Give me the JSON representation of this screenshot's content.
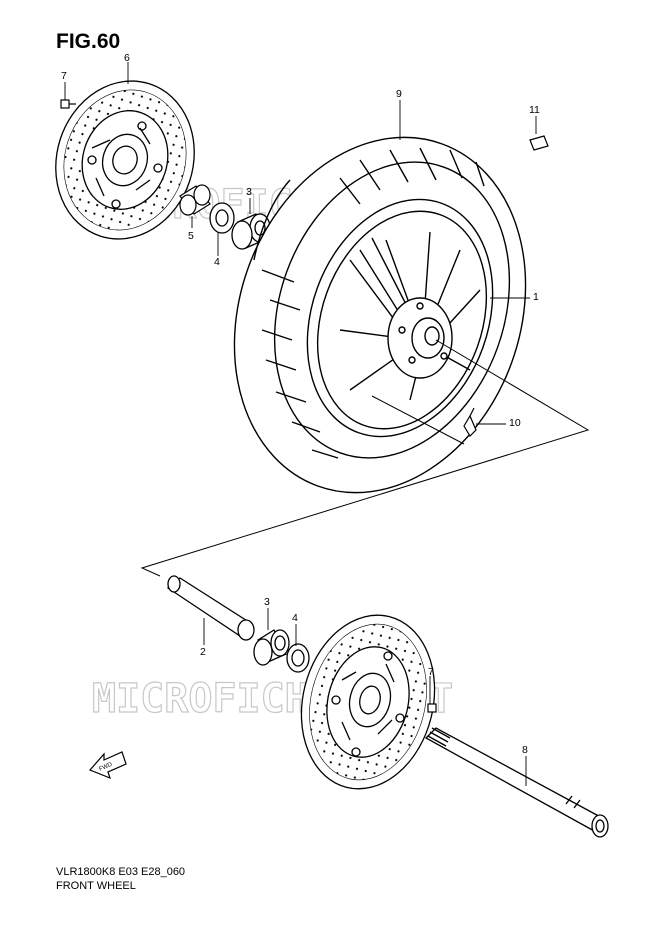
{
  "figure": {
    "title": "FIG.60"
  },
  "footer": {
    "model_code": "VLR1800K8 E03 E28_060",
    "assembly_name": "FRONT WHEEL"
  },
  "watermark": {
    "upper": "MICROFICHES.NET",
    "lower": "MICROFICHES.NET"
  },
  "fwd_label": "FWD",
  "callouts": [
    {
      "id": "c-7-top",
      "text": "7"
    },
    {
      "id": "c-6",
      "text": "6"
    },
    {
      "id": "c-9",
      "text": "9"
    },
    {
      "id": "c-11",
      "text": "11"
    },
    {
      "id": "c-3-top",
      "text": "3"
    },
    {
      "id": "c-5",
      "text": "5"
    },
    {
      "id": "c-4-top",
      "text": "4"
    },
    {
      "id": "c-1",
      "text": "1"
    },
    {
      "id": "c-10",
      "text": "10"
    },
    {
      "id": "c-3-bottom",
      "text": "3"
    },
    {
      "id": "c-4-bottom",
      "text": "4"
    },
    {
      "id": "c-2",
      "text": "2"
    },
    {
      "id": "c-7-bottom",
      "text": "7"
    },
    {
      "id": "c-8",
      "text": "8"
    }
  ]
}
